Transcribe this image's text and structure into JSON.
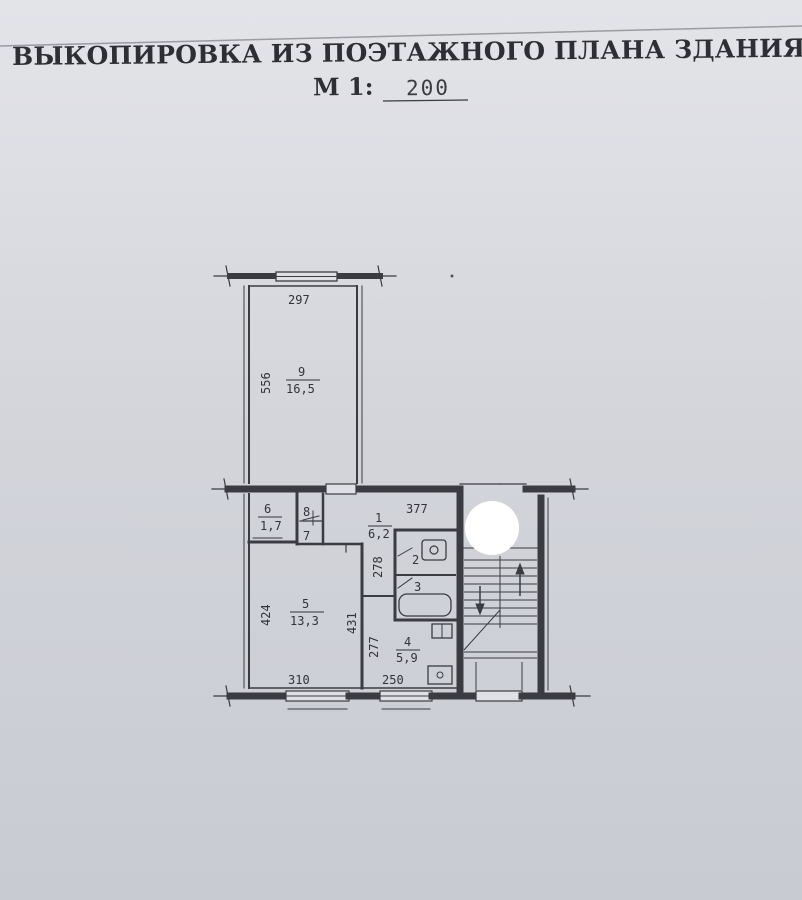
{
  "document": {
    "title": "ВЫКОПИРОВКА ИЗ ПОЭТАЖНОГО ПЛАНА ЗДАНИЯ",
    "scale_prefix": "М 1:",
    "scale_value": "200"
  },
  "rooms": [
    {
      "number": "9",
      "area": "16,5"
    },
    {
      "number": "6",
      "area": "1,7"
    },
    {
      "number": "8"
    },
    {
      "number": "7"
    },
    {
      "number": "1",
      "area": "6,2"
    },
    {
      "number": "2"
    },
    {
      "number": "3"
    },
    {
      "number": "5",
      "area": "13,3"
    },
    {
      "number": "4",
      "area": "5,9"
    }
  ],
  "dimensions": {
    "room9_width": "297",
    "room9_length": "556",
    "hall_width": "377",
    "room5_height": "424",
    "room5_partition": "431",
    "bath_length": "278",
    "kitchen_height": "277",
    "room5_width": "310",
    "kitchen_width": "250"
  },
  "colors": {
    "wall": "#3b3c42",
    "paper": "#dfe0e5",
    "ink": "#2e2f34",
    "redaction": "#ffffff"
  }
}
